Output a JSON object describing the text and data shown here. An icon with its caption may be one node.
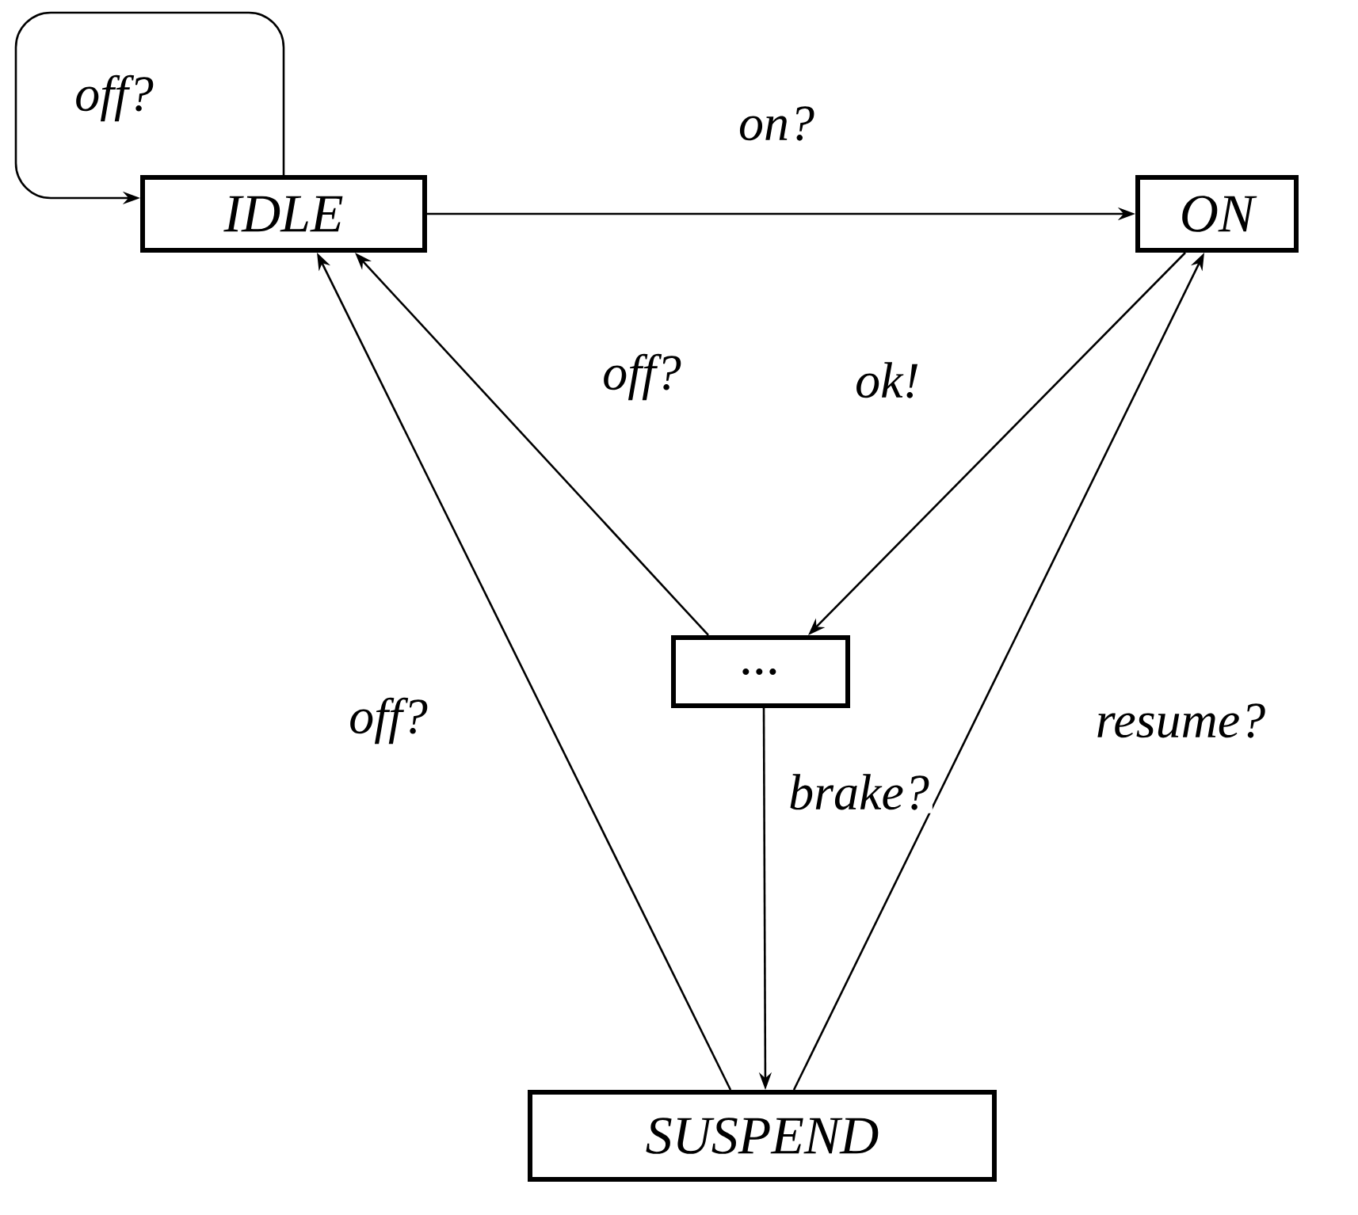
{
  "diagram": {
    "nodes": [
      {
        "text": [
          "IDLE"
        ]
      },
      {
        "text": [
          "ON"
        ]
      },
      {
        "text": [
          "..."
        ]
      },
      {
        "text": [
          "SUSPEND"
        ]
      }
    ],
    "edges": [
      {
        "from": 0,
        "to": 0,
        "arrow": "to",
        "label": "off?"
      },
      {
        "from": 0,
        "to": 1,
        "arrow": "to",
        "label": "on?"
      },
      {
        "from": 2,
        "to": 0,
        "arrow": "to",
        "label": "off?"
      },
      {
        "from": 1,
        "to": 2,
        "arrow": "to",
        "label": "ok!"
      },
      {
        "from": 3,
        "to": 0,
        "arrow": "to",
        "label": "off?"
      },
      {
        "from": 2,
        "to": 3,
        "arrow": "to",
        "label": "brake?"
      },
      {
        "from": 3,
        "to": 1,
        "arrow": "to",
        "label": "resume?"
      }
    ]
  }
}
